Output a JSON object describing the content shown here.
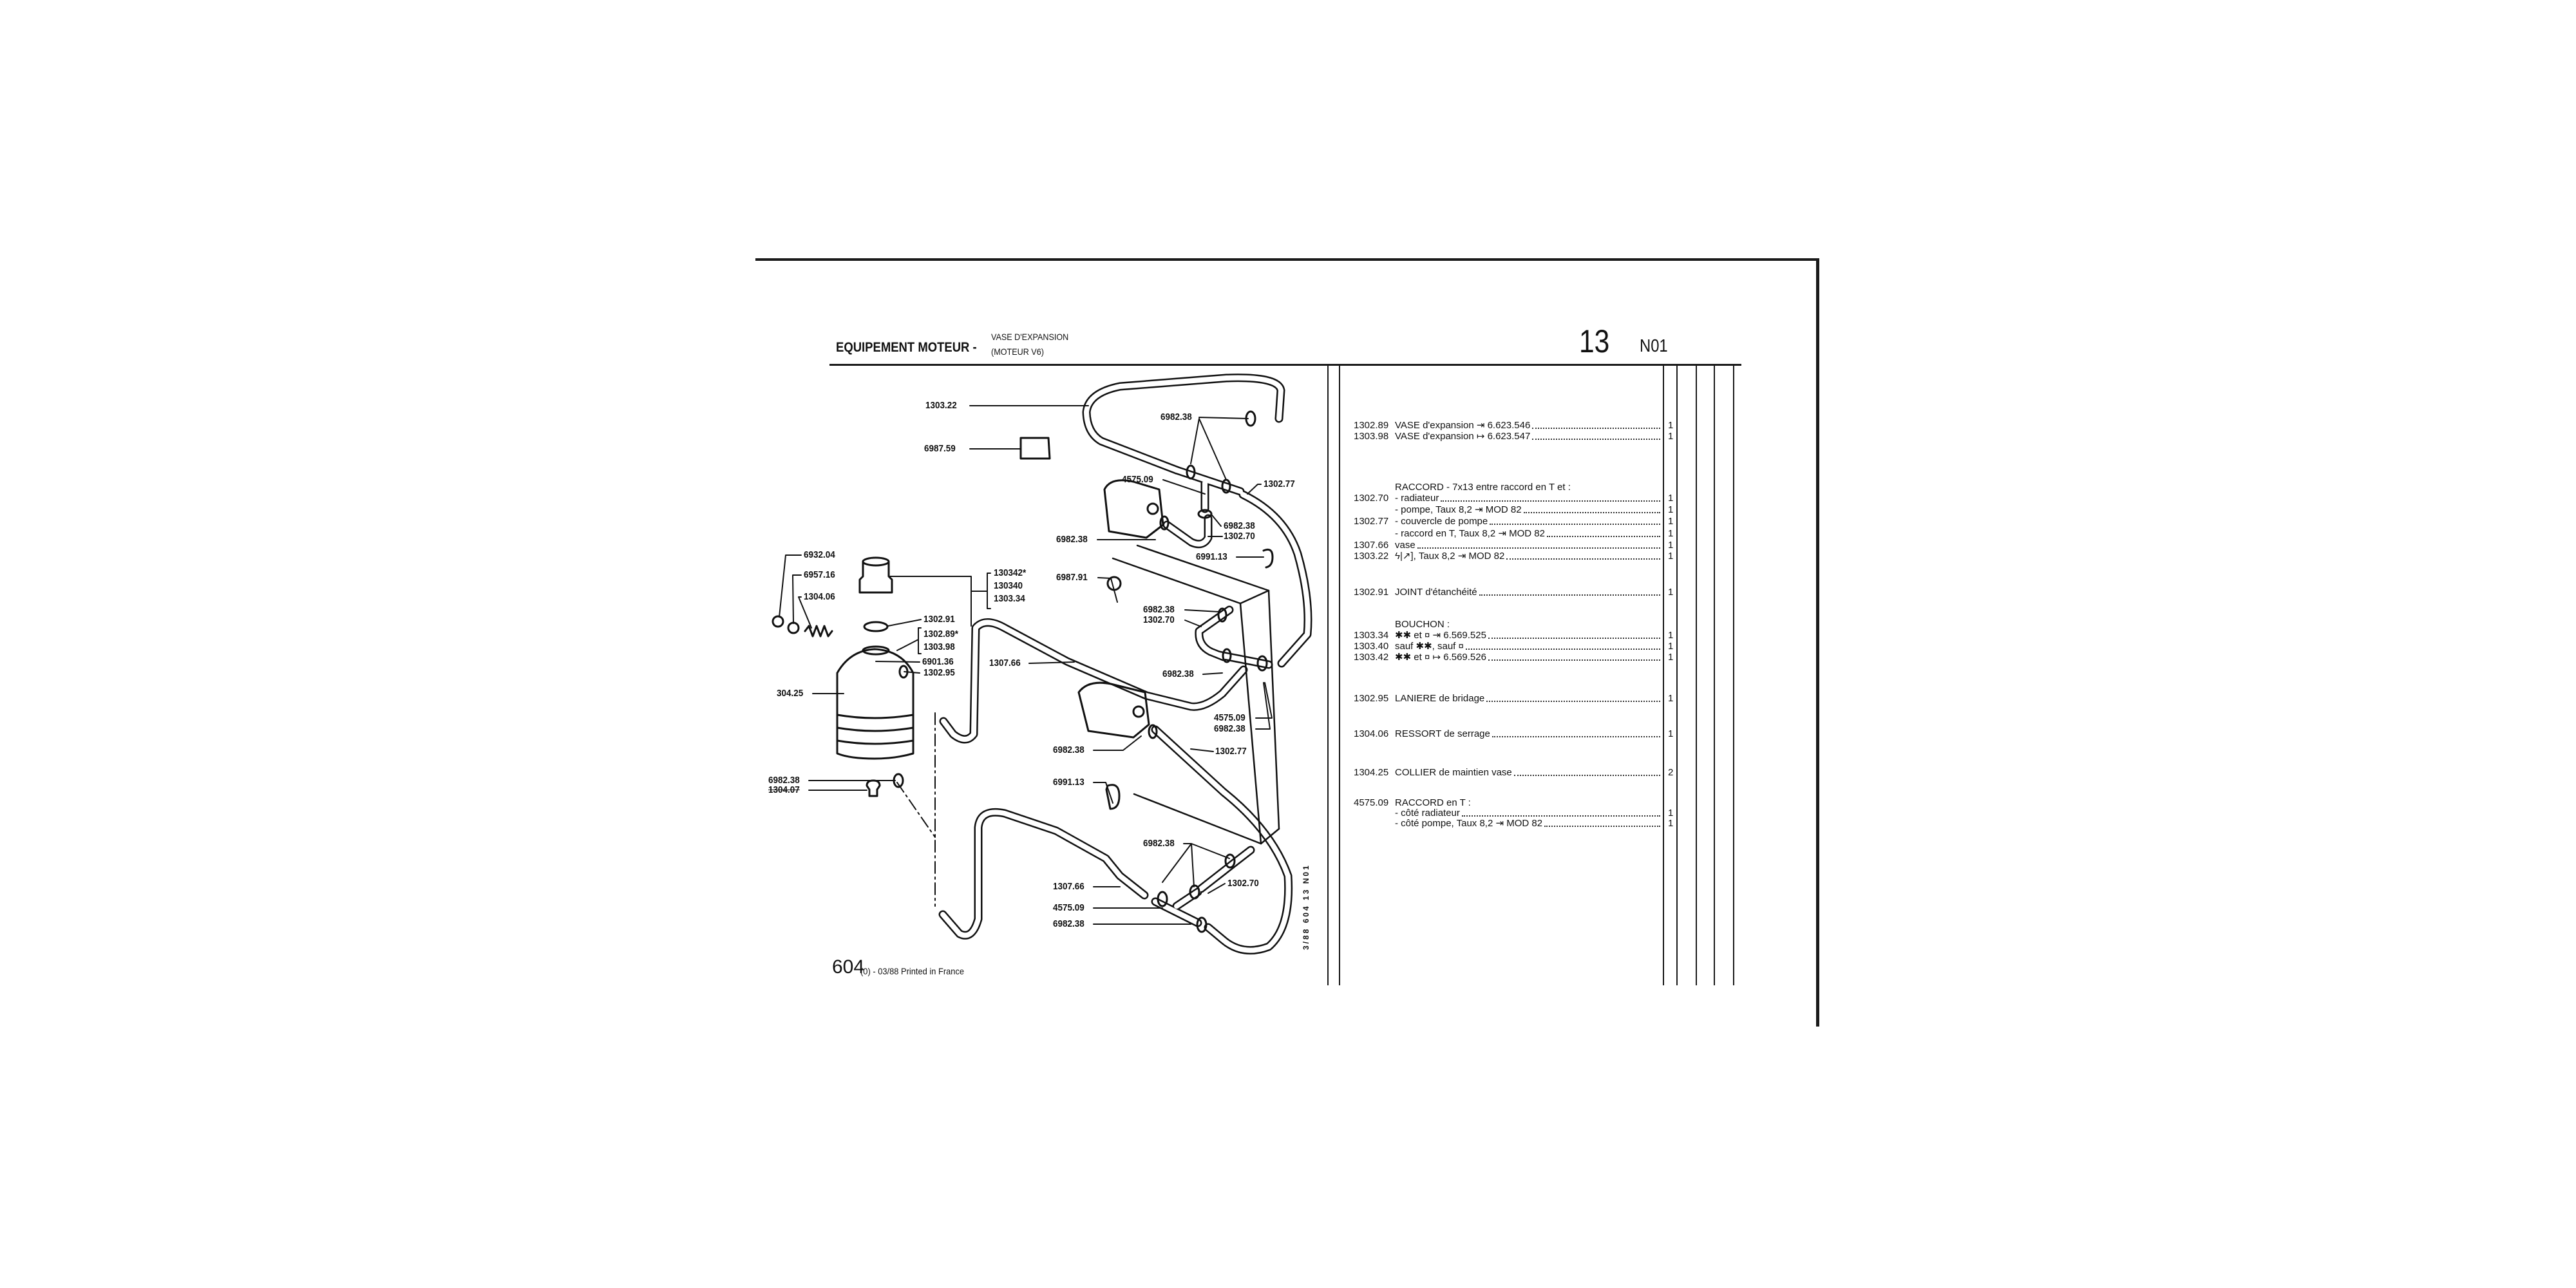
{
  "header": {
    "section": "EQUIPEMENT MOTEUR -",
    "subtitle_line1": "VASE D'EXPANSION",
    "subtitle_line2": "(MOTEUR V6)",
    "page_number": "13",
    "page_code": "N01"
  },
  "parts": [
    {
      "ref": "1302.89",
      "desc": "VASE d'expansion ⇥ 6.623.546",
      "qty": "1"
    },
    {
      "ref": "1303.98",
      "desc": "VASE d'expansion ↦ 6.623.547",
      "qty": "1"
    },
    {
      "ref": "",
      "desc": "RACCORD - 7x13 entre raccord en T et :",
      "qty": ""
    },
    {
      "ref": "1302.70",
      "desc": "- radiateur",
      "qty": "1"
    },
    {
      "ref": "",
      "desc": "- pompe, Taux 8,2 ⇥ MOD 82",
      "qty": "1"
    },
    {
      "ref": "1302.77",
      "desc": "- couvercle de pompe",
      "qty": "1"
    },
    {
      "ref": "",
      "desc": "- raccord en T, Taux 8,2 ⇥ MOD 82",
      "qty": "1"
    },
    {
      "ref": "1307.66",
      "desc": "vase",
      "qty": "1"
    },
    {
      "ref": "1303.22",
      "desc": "ϟ|↗], Taux 8,2 ⇥ MOD 82",
      "qty": "1"
    },
    {
      "ref": "1302.91",
      "desc": "JOINT d'étanchéité",
      "qty": "1"
    },
    {
      "ref": "",
      "desc": "BOUCHON :",
      "qty": ""
    },
    {
      "ref": "1303.34",
      "desc": "✱✱ et ¤ ⇥ 6.569.525",
      "qty": "1"
    },
    {
      "ref": "1303.40",
      "desc": "sauf ✱✱, sauf ¤",
      "qty": "1"
    },
    {
      "ref": "1303.42",
      "desc": "✱✱ et ¤ ↦ 6.569.526",
      "qty": "1"
    },
    {
      "ref": "1302.95",
      "desc": "LANIERE de bridage",
      "qty": "1"
    },
    {
      "ref": "1304.06",
      "desc": "RESSORT de serrage",
      "qty": "1"
    },
    {
      "ref": "1304.25",
      "desc": "COLLIER de maintien vase",
      "qty": "2"
    },
    {
      "ref": "4575.09",
      "desc": "RACCORD en T :",
      "qty": ""
    },
    {
      "ref": "",
      "desc": "- côté radiateur",
      "qty": "1"
    },
    {
      "ref": "",
      "desc": "- côté pompe, Taux 8,2 ⇥ MOD 82",
      "qty": "1"
    }
  ],
  "diagram": {
    "labels": [
      "1303.22",
      "6982.38",
      "6987.59",
      "4575.09",
      "1302.77",
      "6982.38",
      "1302.70",
      "6982.38",
      "6991.13",
      "6932.04",
      "6957.16",
      "1304.06",
      "130342*",
      "130340",
      "1303.34",
      "6987.91",
      "6982.38",
      "1302.70",
      "1302.91",
      "1302.89*",
      "1303.98",
      "6901.36",
      "1302.95",
      "1307.66",
      "6982.38",
      "304.25",
      "4575.09",
      "6982.38",
      "6982.38",
      "1302.77",
      "6982.38",
      "1304.07",
      "6991.13",
      "6982.38",
      "1302.70",
      "1307.66",
      "4575.09",
      "6982.38"
    ]
  },
  "footer": {
    "model": "604",
    "print_info": "(0) - 03/88 Printed in France",
    "side_code": "3/88 604 13 N01"
  }
}
